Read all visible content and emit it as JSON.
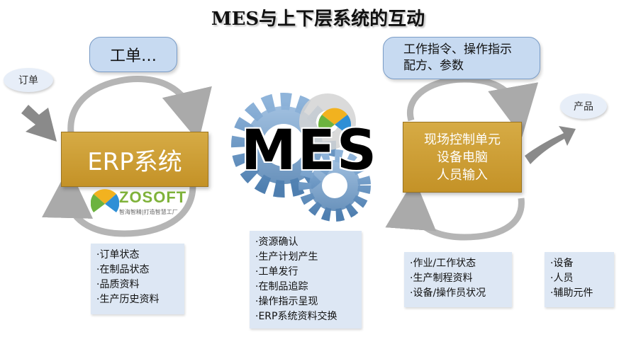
{
  "title": "MES与上下层系统的互动",
  "left": {
    "bubble": "工单…",
    "oval": "订单",
    "erp_box": "ERP系统",
    "logo_text": "ZOSOFT",
    "logo_sub": "智海智精|打造智慧工厂",
    "list": [
      "·订单状态",
      "·在制品状态",
      "·品质资料",
      "·生产历史资料"
    ]
  },
  "center": {
    "mes_label": "MES",
    "list": [
      "·资源确认",
      "·生产计划产生",
      "·工单发行",
      "·在制品追踪",
      "·操作指示呈现",
      "·ERP系统资料交换"
    ]
  },
  "right": {
    "bubble_line1": "工作指令、操作指示",
    "bubble_line2": "配方、参数",
    "oval": "产品",
    "box_line1": "现场控制单元",
    "box_line2": "设备电脑",
    "box_line3": "人员输入",
    "list": [
      "·作业/工作状态",
      "·生产制程资料",
      "·设备/操作员状况"
    ],
    "list2": [
      "·设备",
      "·人员",
      "·辅助元件"
    ]
  },
  "colors": {
    "gold": "#c99a30",
    "bubble": "#c7daf1",
    "arrow": "#b0b0b0",
    "gear": "#5a86b4"
  }
}
